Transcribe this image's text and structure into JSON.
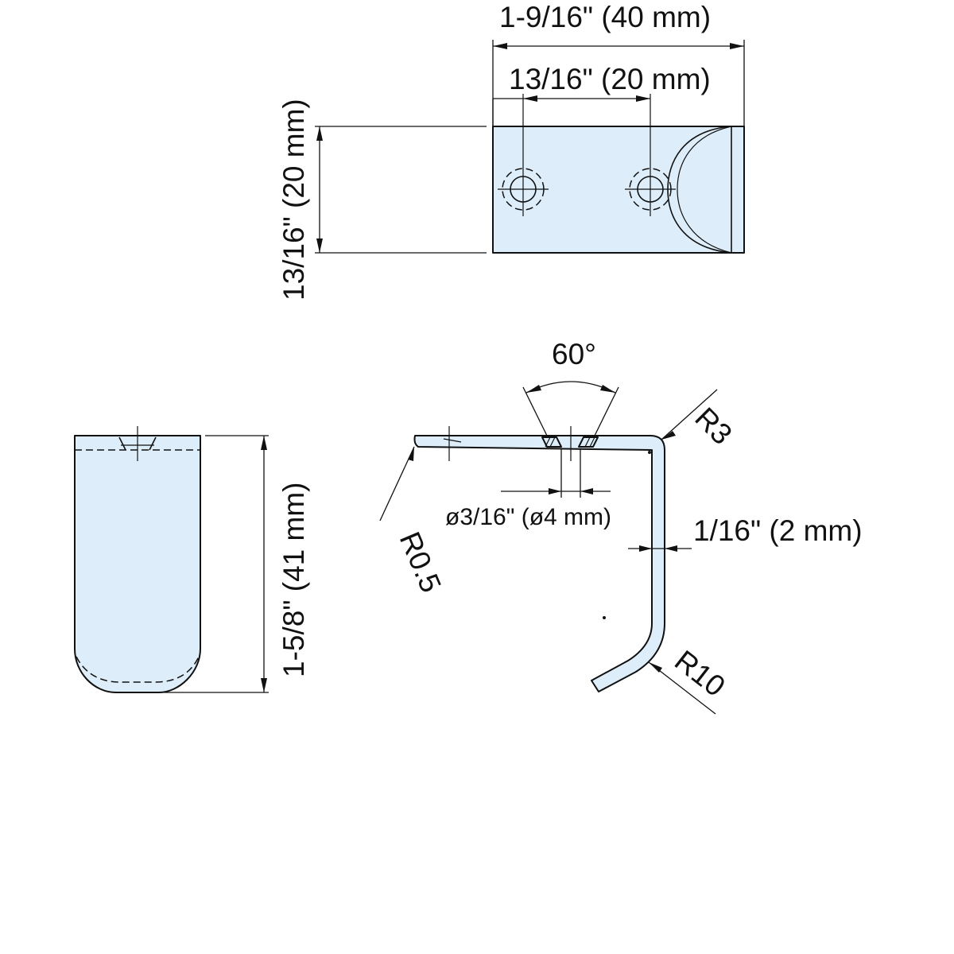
{
  "dimensions": {
    "overall_width": "1-9/16\" (40 mm)",
    "hole_spacing": "13/16\" (20 mm)",
    "height": "13/16\" (20 mm)",
    "length": "1-5/8\" (41 mm)",
    "countersink_angle": "60°",
    "hole_diameter": "ø3/16\" (ø4 mm)",
    "thickness": "1/16\" (2 mm)",
    "radius_small": "R0.5",
    "radius_corner": "R3",
    "radius_bend": "R10"
  },
  "colors": {
    "fill": "#ddeefa",
    "stroke": "#111111"
  }
}
